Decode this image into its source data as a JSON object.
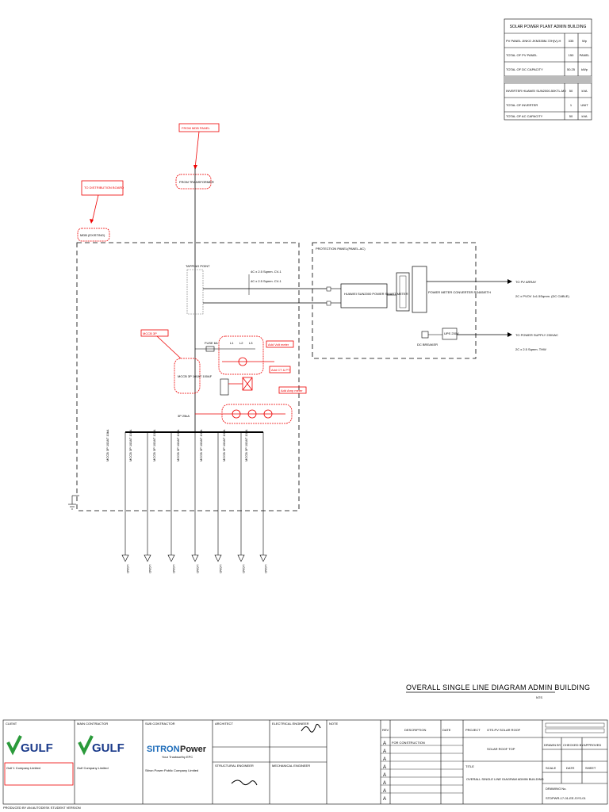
{
  "summary_table": {
    "title": "SOLAR POWER PLANT ADMIN BUILDING",
    "rows": [
      {
        "label": "PV PANEL JINKO JKM335M-72H(V)-H",
        "value": "335",
        "unit": "Wp"
      },
      {
        "label": "TOTAL OF PV PANEL",
        "value": "150",
        "unit": "PANEL"
      },
      {
        "label": "TOTAL OF DC CAPACITY",
        "value": "50.25",
        "unit": "kWp"
      },
      {
        "label": "",
        "value": "",
        "unit": ""
      },
      {
        "label": "INVERTER HUAWEI SUN2000-50KTL-M0",
        "value": "50",
        "unit": "kVA"
      },
      {
        "label": "TOTAL OF INVERTER",
        "value": "1",
        "unit": "UNIT"
      },
      {
        "label": "TOTAL OF AC CAPACITY",
        "value": "50",
        "unit": "kVA"
      }
    ]
  },
  "annotations": {
    "from_main_panel": "FROM MDB PANEL",
    "from_transformer": "FROM TRANSFORMER",
    "to_distribution": "TO DISTRIBUTION BOARD",
    "mdb_note": "MDB (EXISTING)",
    "tap_point": "TAPPING POINT",
    "mccb_note": "MCCB 3P",
    "add_volt_meter": "Add Volt meter",
    "add_ct": "Add CT & PT",
    "add_amp_meter": "Add Amp meter",
    "protection_panel": "PROTECTION PANEL(PANEL-AC)",
    "cable_1": "4C x 2.5 Sqmm. CV-1",
    "cable_2": "4C x 2.5 Sqmm. CV-1",
    "fuse_label": "FUSE 6A",
    "l1": "L1",
    "l2": "L2",
    "l3": "L3",
    "inverter_name": "HUAWEI SUN2000 POWER SMART METER",
    "relay_label": "POWER METER CONVERTER RS485/ETH",
    "dc_breaker": "DC BREAKER",
    "to_pv": "TO PV ARRAY",
    "data_cable": "2C x PVOV 1x1.5Sqmm. (DC CABLE)",
    "to_power_supply": "TO POWER SUPPLY 230VAC",
    "supply_cable": "2C x 2.5 Sqmm. THW",
    "ups_label": "UPS 230V",
    "breaker_main": "MCCB 3P 100AT 100AF",
    "breaker_main2": "3P 25kA",
    "feeder_breakers": [
      "MCCB 3P 100AT 10kA",
      "MCCB 3P 100AT 10kA",
      "MCCB 3P 100AT 10kA",
      "MCCB 3P 100AT 10kA",
      "MCCB 3P 100AT 10kA",
      "MCCB 3P 100AT 10kA",
      "MCCB 3P 100AT 10kA"
    ],
    "loads": [
      "LOAD",
      "LOAD",
      "LOAD",
      "LOAD",
      "LOAD",
      "LOAD",
      "LOAD"
    ]
  },
  "diagram_title": "OVERALL SINGLE LINE DIAGRAM ADMIN BUILDING",
  "diagram_scale": "NTS",
  "title_block": {
    "client_label": "CLIENT",
    "main_contractor_label": "MAIN CONTRACTOR",
    "sub_contractor_label": "SUB CONTRACTOR",
    "architect_label": "ARCHITECT",
    "electrical_engineer_label": "ELECTRICAL ENGINEER",
    "structural_engineer_label": "STRUCTURAL ENGINEER",
    "mechanical_engineer_label": "MECHANICAL ENGINEER",
    "note_label": "NOTE",
    "gulf_logo": "GULF",
    "gulf_logo_2": "GULF",
    "client_company": "Gulf 1 Company Limited",
    "main_company": "Gulf Company Limited",
    "sitron_logo_a": "SITRON",
    "sitron_logo_b": "Power",
    "sitron_tagline": "Your Trustworthy EPC",
    "sub_company": "Sitron Power Public Company Limited",
    "rev_label": "REV",
    "description_label": "DESCRIPTION",
    "date_label": "DATE",
    "project_label": "PROJECT",
    "project_value": "GTS-PV SOLAR ROOF",
    "project_sub": "SOLAR ROOF TOP",
    "rev_row_desc": "FOR CONSTRUCTION",
    "title_label": "TITLE",
    "title_value": "OVERALL SINGLE LINE DIAGRAM ADMIN BUILDING",
    "drawn_by": "DRAWN BY",
    "checked_by": "CHECKED BY",
    "approved": "APPROVED",
    "scale_label": "SCALE",
    "date2_label": "DATE",
    "sheet_label": "SHEET",
    "drawing_no_label": "DRAWING No.",
    "drawing_no": "STDPWR-17-01-EE-SYS-01",
    "revisions": [
      "A",
      "A",
      "A",
      "A",
      "A",
      "A",
      "A",
      "A"
    ]
  },
  "footer_note": "PRODUCED BY AN AUTODESK STUDENT VERSION"
}
